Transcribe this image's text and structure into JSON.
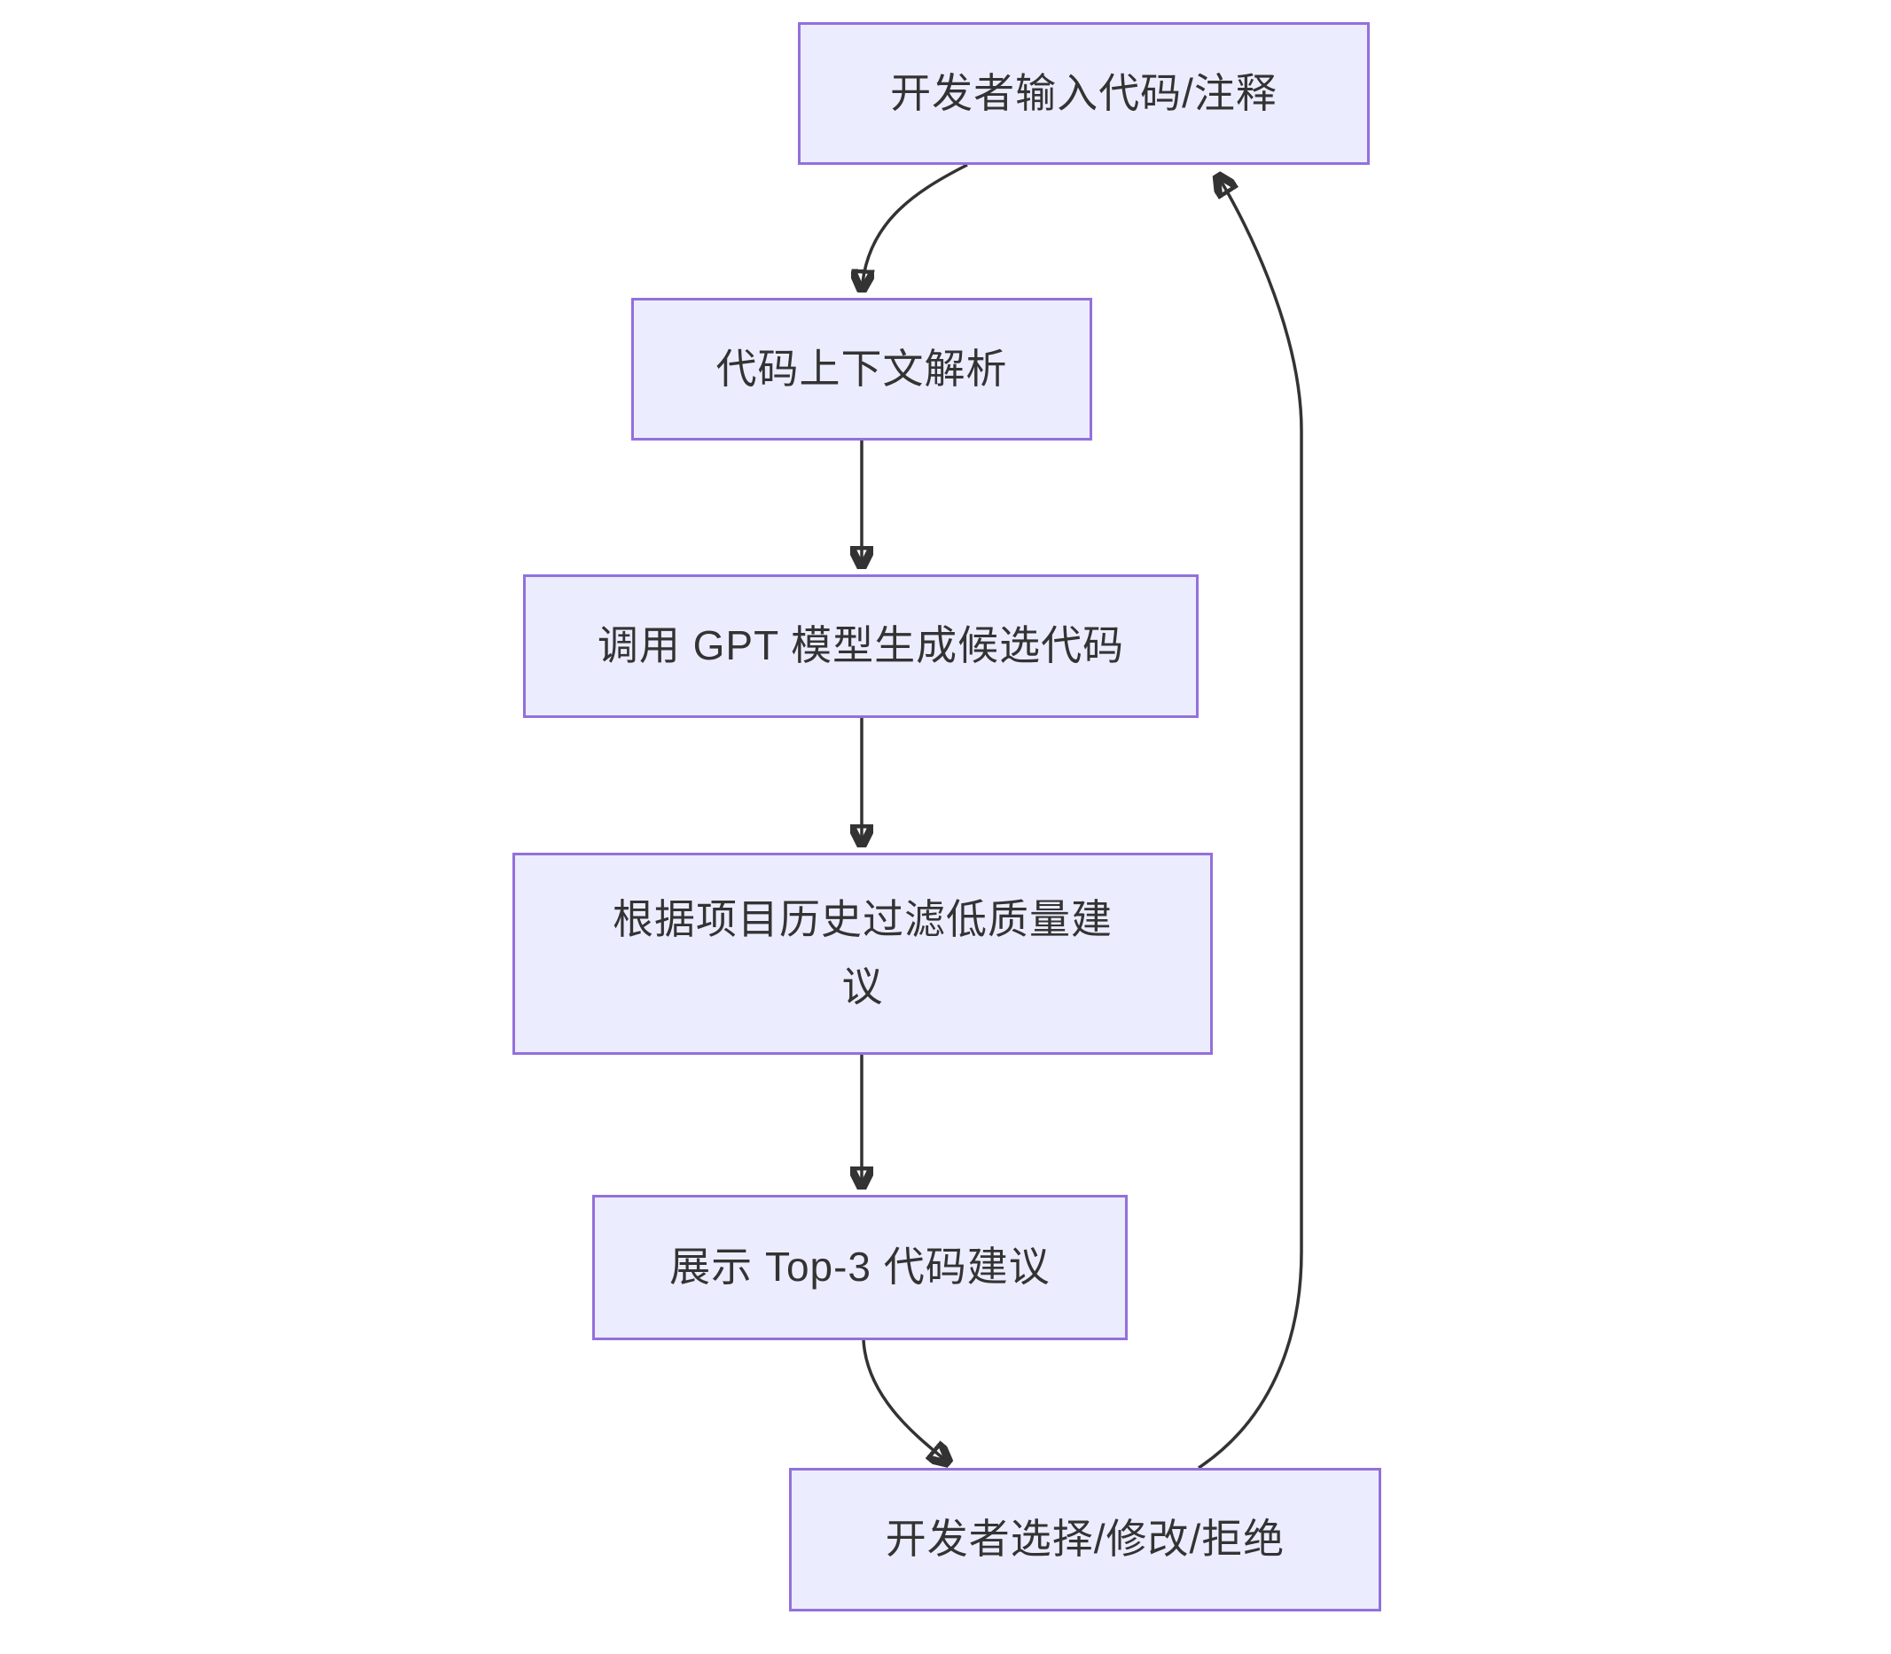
{
  "diagram": {
    "type": "flowchart",
    "direction": "top-down",
    "colors": {
      "node_fill": "#ECECFF",
      "node_border": "#9370DB",
      "edge": "#333333",
      "text": "#333333",
      "background": "#FFFFFF"
    },
    "nodes": [
      {
        "id": "developer-input",
        "label": "开发者输入代码/注释"
      },
      {
        "id": "context-parse",
        "label": "代码上下文解析"
      },
      {
        "id": "call-gpt",
        "label": "调用 GPT 模型生成候选代码"
      },
      {
        "id": "filter-history",
        "label": "根据项目历史过滤低质量建\n议"
      },
      {
        "id": "show-top3",
        "label": "展示 Top-3 代码建议"
      },
      {
        "id": "developer-choose",
        "label": "开发者选择/修改/拒绝"
      }
    ],
    "edges": [
      {
        "from": "developer-input",
        "to": "context-parse"
      },
      {
        "from": "context-parse",
        "to": "call-gpt"
      },
      {
        "from": "call-gpt",
        "to": "filter-history"
      },
      {
        "from": "filter-history",
        "to": "show-top3"
      },
      {
        "from": "show-top3",
        "to": "developer-choose"
      },
      {
        "from": "developer-choose",
        "to": "developer-input",
        "kind": "loop-back"
      }
    ]
  }
}
